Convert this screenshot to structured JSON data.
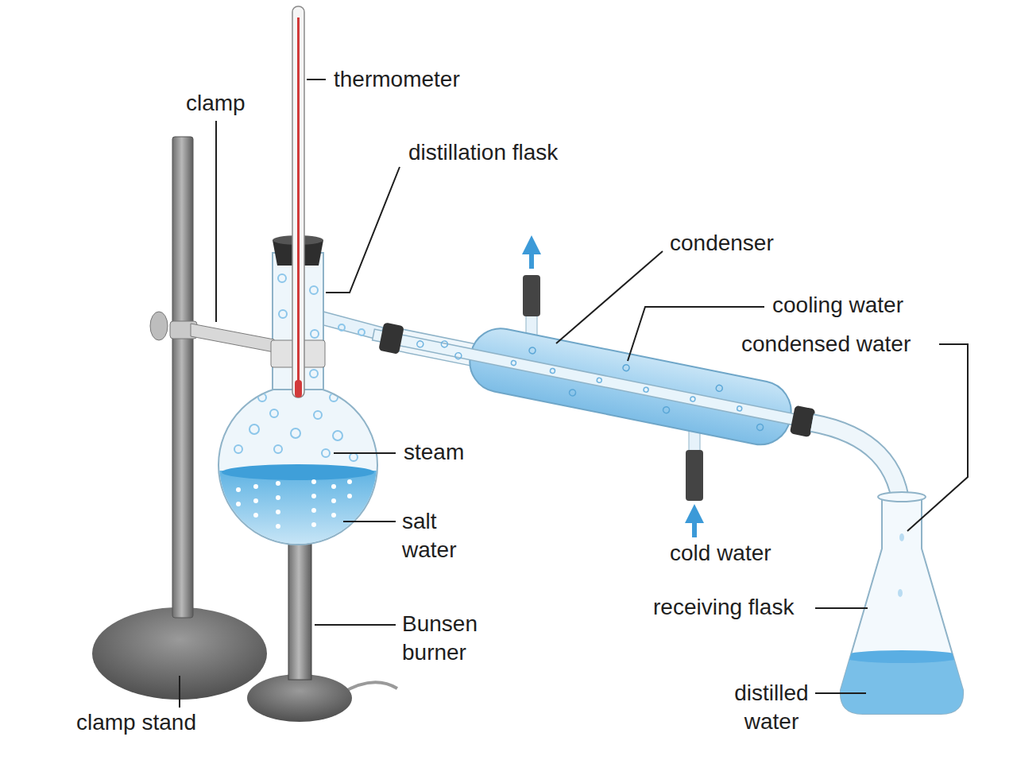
{
  "diagram": {
    "labels": [
      "thermometer",
      "clamp",
      "distillation flask",
      "condenser",
      "cooling water",
      "condensed water",
      "steam",
      "salt water",
      "cold water",
      "receiving flask",
      "Bunsen burner",
      "distilled water",
      "clamp stand"
    ]
  }
}
